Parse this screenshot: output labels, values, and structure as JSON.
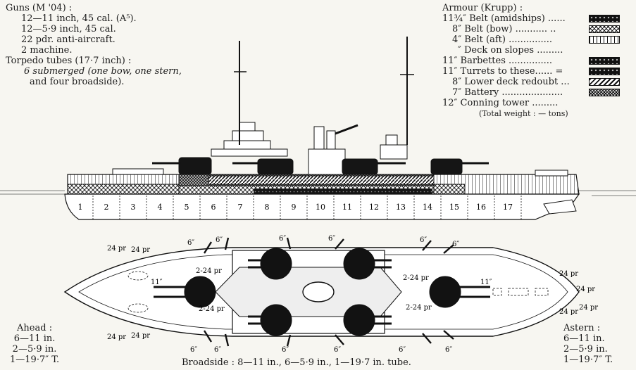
{
  "guns": {
    "heading": "Guns (M '04) :",
    "lines": [
      "12—11 inch, 45 cal. (A⁵).",
      "12—5·9 inch, 45 cal.",
      "22 pdr. anti-aircraft.",
      "2 machine."
    ]
  },
  "torpedo": {
    "heading": "Torpedo tubes (17·7 inch) :",
    "line1": "6 submerged (one bow, one stern,",
    "line2": "and four broadside)."
  },
  "armour": {
    "heading": "Armour (Krupp) :",
    "items": [
      {
        "label": "11¾″ Belt (amidships) ......",
        "pattern": "dotted-dark"
      },
      {
        "label": "8″ Belt (bow) ........... ..",
        "pattern": "cross-hatch"
      },
      {
        "label": "4″ Belt (aft) ...............",
        "pattern": "vertical-lines"
      },
      {
        "label": "″ Deck on slopes .........",
        "pattern": "none"
      },
      {
        "label": "11″ Barbettes ...............",
        "pattern": "dotted-dark"
      },
      {
        "label": "11″ Turrets to these...... =",
        "pattern": "dotted-dark"
      },
      {
        "label": "8″ Lower deck redoubt ...",
        "pattern": "diagonal"
      },
      {
        "label": "7″ Battery .....................",
        "pattern": "dense-cross"
      },
      {
        "label": "12″ Conning tower .........",
        "pattern": "none"
      }
    ],
    "total": "(Total weight : — tons)"
  },
  "ahead": {
    "heading": "Ahead :",
    "lines": [
      "6—11 in.",
      "2—5·9 in.",
      "1—19·7″ T."
    ]
  },
  "astern": {
    "heading": "Astern :",
    "lines": [
      "6—11 in.",
      "2—5·9 in.",
      "1—19·7″ T."
    ]
  },
  "broadside": "Broadside : 8—11 in., 6—5·9 in., 1—19·7 in. tube.",
  "section_numbers": [
    "1",
    "2",
    "3",
    "4",
    "5",
    "6",
    "7",
    "8",
    "9",
    "10",
    "11",
    "12",
    "13",
    "14",
    "15",
    "16",
    "17"
  ],
  "plan_labels": {
    "six_inch": "6″",
    "pdr": "24 pr",
    "twenty_four": "2-24 pr",
    "eleven": "11″"
  }
}
